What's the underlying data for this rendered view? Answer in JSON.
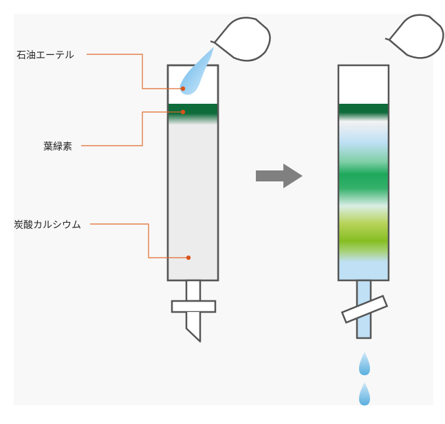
{
  "labels": {
    "petroleum_ether": "石油エーテル",
    "chlorophyll": "葉緑素",
    "calcium_carbonate": "炭酸カルシウム"
  },
  "colors": {
    "background_panel": "#f8f8f8",
    "outline": "#555555",
    "leader_line": "#e06a2a",
    "leader_dot": "#d9541a",
    "chlorophyll_band": "#0e6b3a",
    "column_fill": "#ececec",
    "solvent_blue": "#bfe0f5",
    "green_band": "#1ea85c",
    "yellow_green_band": "#9cc72e",
    "arrow": "#808080"
  }
}
